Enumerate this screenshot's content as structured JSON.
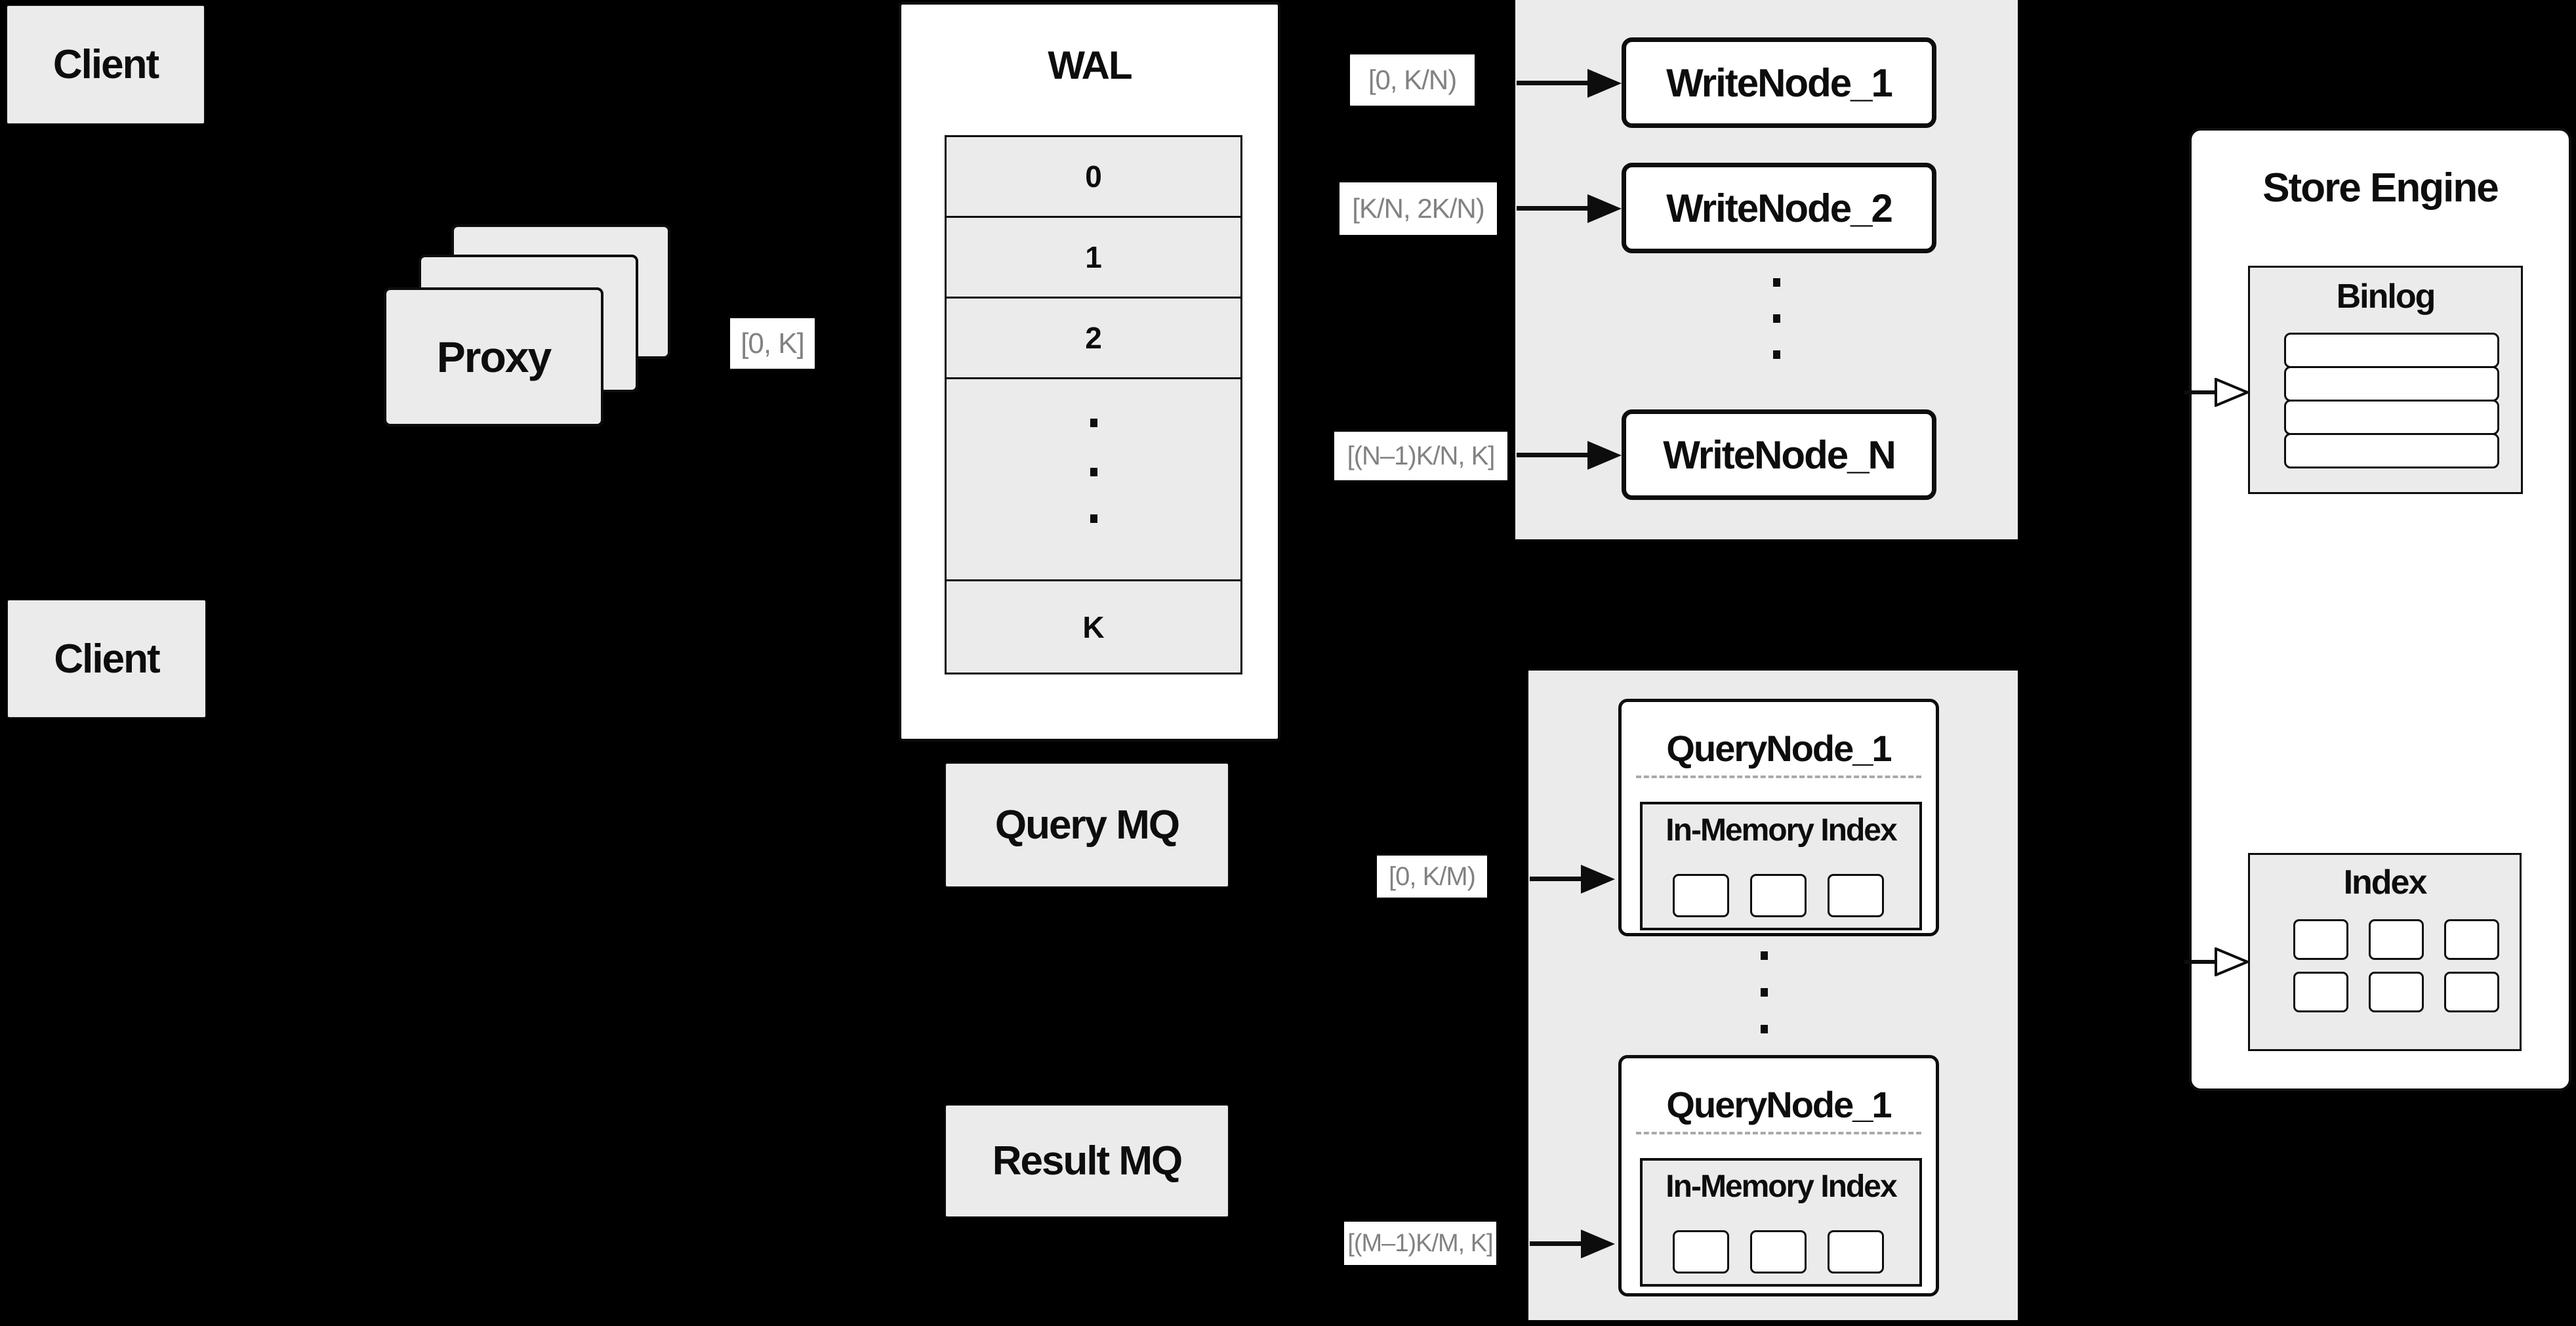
{
  "colors": {
    "background": "#000000",
    "panel_gray": "#ebebeb",
    "node_white": "#ffffff",
    "border_black": "#0d0d0d",
    "edge_label_text": "#828282",
    "dashed_separator": "#a9a9a9"
  },
  "clients": [
    {
      "label": "Client"
    },
    {
      "label": "Client"
    }
  ],
  "proxy": {
    "label": "Proxy"
  },
  "edge_labels": {
    "client_to_wal": "[0, K]",
    "write_node_1": "[0,  K/N)",
    "write_node_2": "[K/N, 2K/N)",
    "write_node_n": "[(N–1)K/N,  K]",
    "query_node_1": "[0, K/M)",
    "query_node_2": "[(M–1)K/M, K]"
  },
  "wal": {
    "title": "WAL",
    "segments": [
      "0",
      "1",
      "2"
    ],
    "ellipsis": "vertical-dots",
    "last_segment": "K"
  },
  "write_nodes": {
    "items": [
      "WriteNode_1",
      "WriteNode_2",
      "WriteNode_N"
    ]
  },
  "store_engine": {
    "title": "Store Engine",
    "binlog_title": "Binlog",
    "binlog_row_count": 4,
    "index_title": "Index",
    "index_cell_count": 6
  },
  "queues": {
    "query_label": "Query MQ",
    "result_label": "Result MQ"
  },
  "query_nodes": [
    {
      "title": "QueryNode_1",
      "index_title": "In-Memory Index",
      "cell_count": 3
    },
    {
      "title": "QueryNode_1",
      "index_title": "In-Memory Index",
      "cell_count": 3
    }
  ]
}
